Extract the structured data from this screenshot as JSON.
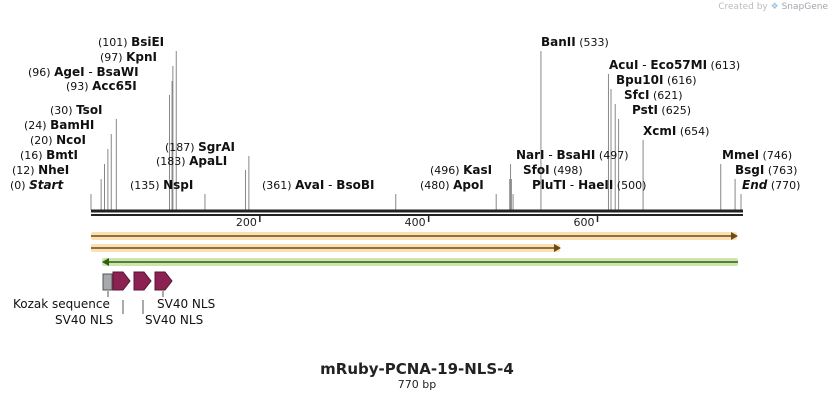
{
  "credit": {
    "prefix": "Created by",
    "brand": "SnapGene"
  },
  "map": {
    "title": "mRuby-PCNA-19-NLS-4",
    "length_label": "770 bp",
    "total_bp": 770
  },
  "ticks": [
    {
      "bp": 200,
      "label": "200"
    },
    {
      "bp": 400,
      "label": "400"
    },
    {
      "bp": 600,
      "label": "600"
    }
  ],
  "sites": [
    {
      "name": "Start",
      "pos_label": "(0)",
      "bp": 0,
      "italic": true
    },
    {
      "name": "NheI",
      "pos_label": "(12)",
      "bp": 12
    },
    {
      "name": "BmtI",
      "pos_label": "(16)",
      "bp": 16
    },
    {
      "name": "NcoI",
      "pos_label": "(20)",
      "bp": 20
    },
    {
      "name": "BamHI",
      "pos_label": "(24)",
      "bp": 24
    },
    {
      "name": "TsoI",
      "pos_label": "(30)",
      "bp": 30
    },
    {
      "name": "Acc65I",
      "pos_label": "(93)",
      "bp": 93
    },
    {
      "name": "AgeI",
      "name2": "BsaWI",
      "pos_label": "(96)",
      "bp": 96
    },
    {
      "name": "KpnI",
      "pos_label": "(97)",
      "bp": 97
    },
    {
      "name": "BsiEI",
      "pos_label": "(101)",
      "bp": 101
    },
    {
      "name": "NspI",
      "pos_label": "(135)",
      "bp": 135
    },
    {
      "name": "ApaLI",
      "pos_label": "(183)",
      "bp": 183
    },
    {
      "name": "SgrAI",
      "pos_label": "(187)",
      "bp": 187
    },
    {
      "name": "AvaI",
      "name2": "BsoBI",
      "pos_label": "(361)",
      "bp": 361
    },
    {
      "name": "ApoI",
      "pos_label": "(480)",
      "bp": 480
    },
    {
      "name": "KasI",
      "pos_label": "(496)",
      "bp": 496
    },
    {
      "name": "NarI",
      "name2": "BsaHI",
      "pos_label": "(497)",
      "bp": 497
    },
    {
      "name": "SfoI",
      "pos_label": "(498)",
      "bp": 498
    },
    {
      "name": "PluTI",
      "name2": "HaeII",
      "pos_label": "(500)",
      "bp": 500
    },
    {
      "name": "BanII",
      "pos_label": "(533)",
      "bp": 533
    },
    {
      "name": "AcuI",
      "name2": "Eco57MI",
      "pos_label": "(613)",
      "bp": 613
    },
    {
      "name": "Bpu10I",
      "pos_label": "(616)",
      "bp": 616
    },
    {
      "name": "SfcI",
      "pos_label": "(621)",
      "bp": 621
    },
    {
      "name": "PstI",
      "pos_label": "(625)",
      "bp": 625
    },
    {
      "name": "XcmI",
      "pos_label": "(654)",
      "bp": 654
    },
    {
      "name": "MmeI",
      "pos_label": "(746)",
      "bp": 746
    },
    {
      "name": "BsgI",
      "pos_label": "(763)",
      "bp": 763
    },
    {
      "name": "End",
      "pos_label": "(770)",
      "bp": 770,
      "italic": true
    }
  ],
  "features": {
    "kozak": {
      "label": "Kozak sequence",
      "color": "#a7a9ac"
    },
    "nls": [
      {
        "label": "SV40 NLS",
        "color": "#8b2252"
      },
      {
        "label": "SV40 NLS",
        "color": "#8b2252"
      },
      {
        "label": "SV40 NLS",
        "color": "#8b2252"
      }
    ]
  },
  "orfs": [
    {
      "color": "#f5a623",
      "direction": "forward"
    },
    {
      "color": "#f5a623",
      "direction": "forward"
    },
    {
      "color": "#7cbd30",
      "direction": "reverse"
    }
  ]
}
